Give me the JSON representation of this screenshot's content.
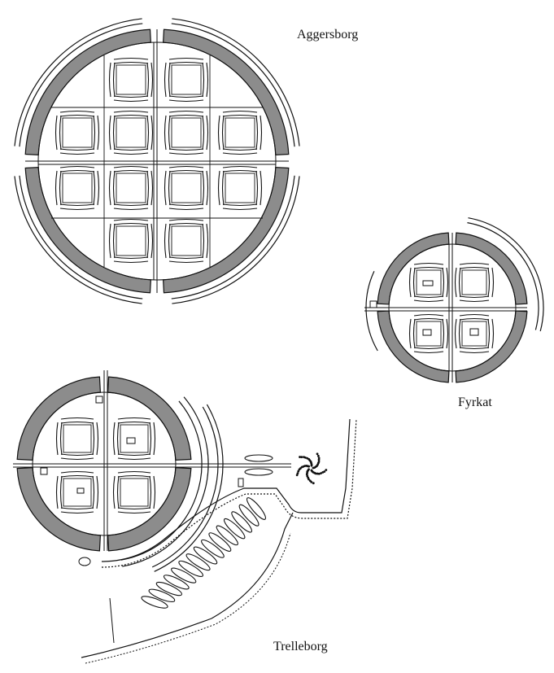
{
  "labels": {
    "aggersborg": "Aggersborg",
    "fyrkat": "Fyrkat",
    "trelleborg": "Trelleborg"
  },
  "colors": {
    "rampart_fill": "#8c8c8c",
    "ink": "#111111",
    "background": "#ffffff"
  },
  "fortresses": [
    {
      "name": "Aggersborg",
      "house_quads": 4,
      "houses_per_quad": 3
    },
    {
      "name": "Fyrkat",
      "house_quads": 4,
      "houses_per_quad": 1
    },
    {
      "name": "Trelleborg",
      "house_quads": 4,
      "houses_per_quad": 1,
      "outer_longhouses": 15
    }
  ]
}
